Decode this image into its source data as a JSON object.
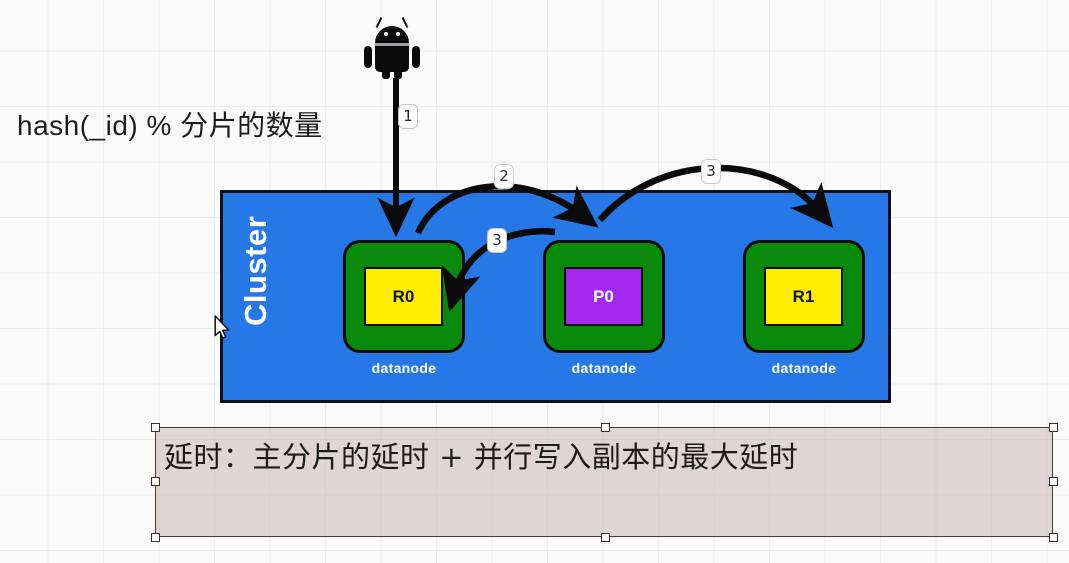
{
  "diagram": {
    "title_label": "hash(_id) % 分片的数量",
    "source_icon": "android-robot-icon",
    "cluster": {
      "label": "Cluster",
      "color": "#2578e5",
      "nodes": [
        {
          "shard_label": "R0",
          "shard_type": "replica",
          "shard_color": "#ffee00",
          "node_label": "datanode",
          "node_color": "#0a8a0a"
        },
        {
          "shard_label": "P0",
          "shard_type": "primary",
          "shard_color": "#a528f0",
          "node_label": "datanode",
          "node_color": "#0a8a0a"
        },
        {
          "shard_label": "R1",
          "shard_type": "replica",
          "shard_color": "#ffee00",
          "node_label": "datanode",
          "node_color": "#0a8a0a"
        }
      ]
    },
    "steps": [
      {
        "number": "1",
        "description": "client write into cluster"
      },
      {
        "number": "2",
        "description": "route to primary shard P0"
      },
      {
        "number": "3",
        "description": "replicate to R0"
      },
      {
        "number": "3",
        "description": "replicate to R1"
      }
    ],
    "latency_note": {
      "text": "延时：主分片的延时 + 并行写入副本的最大延时",
      "fill_color": "#c7b8b4",
      "border_color": "#4a3b38",
      "selected": true
    },
    "cursor": {
      "icon": "mouse-pointer-icon"
    }
  }
}
